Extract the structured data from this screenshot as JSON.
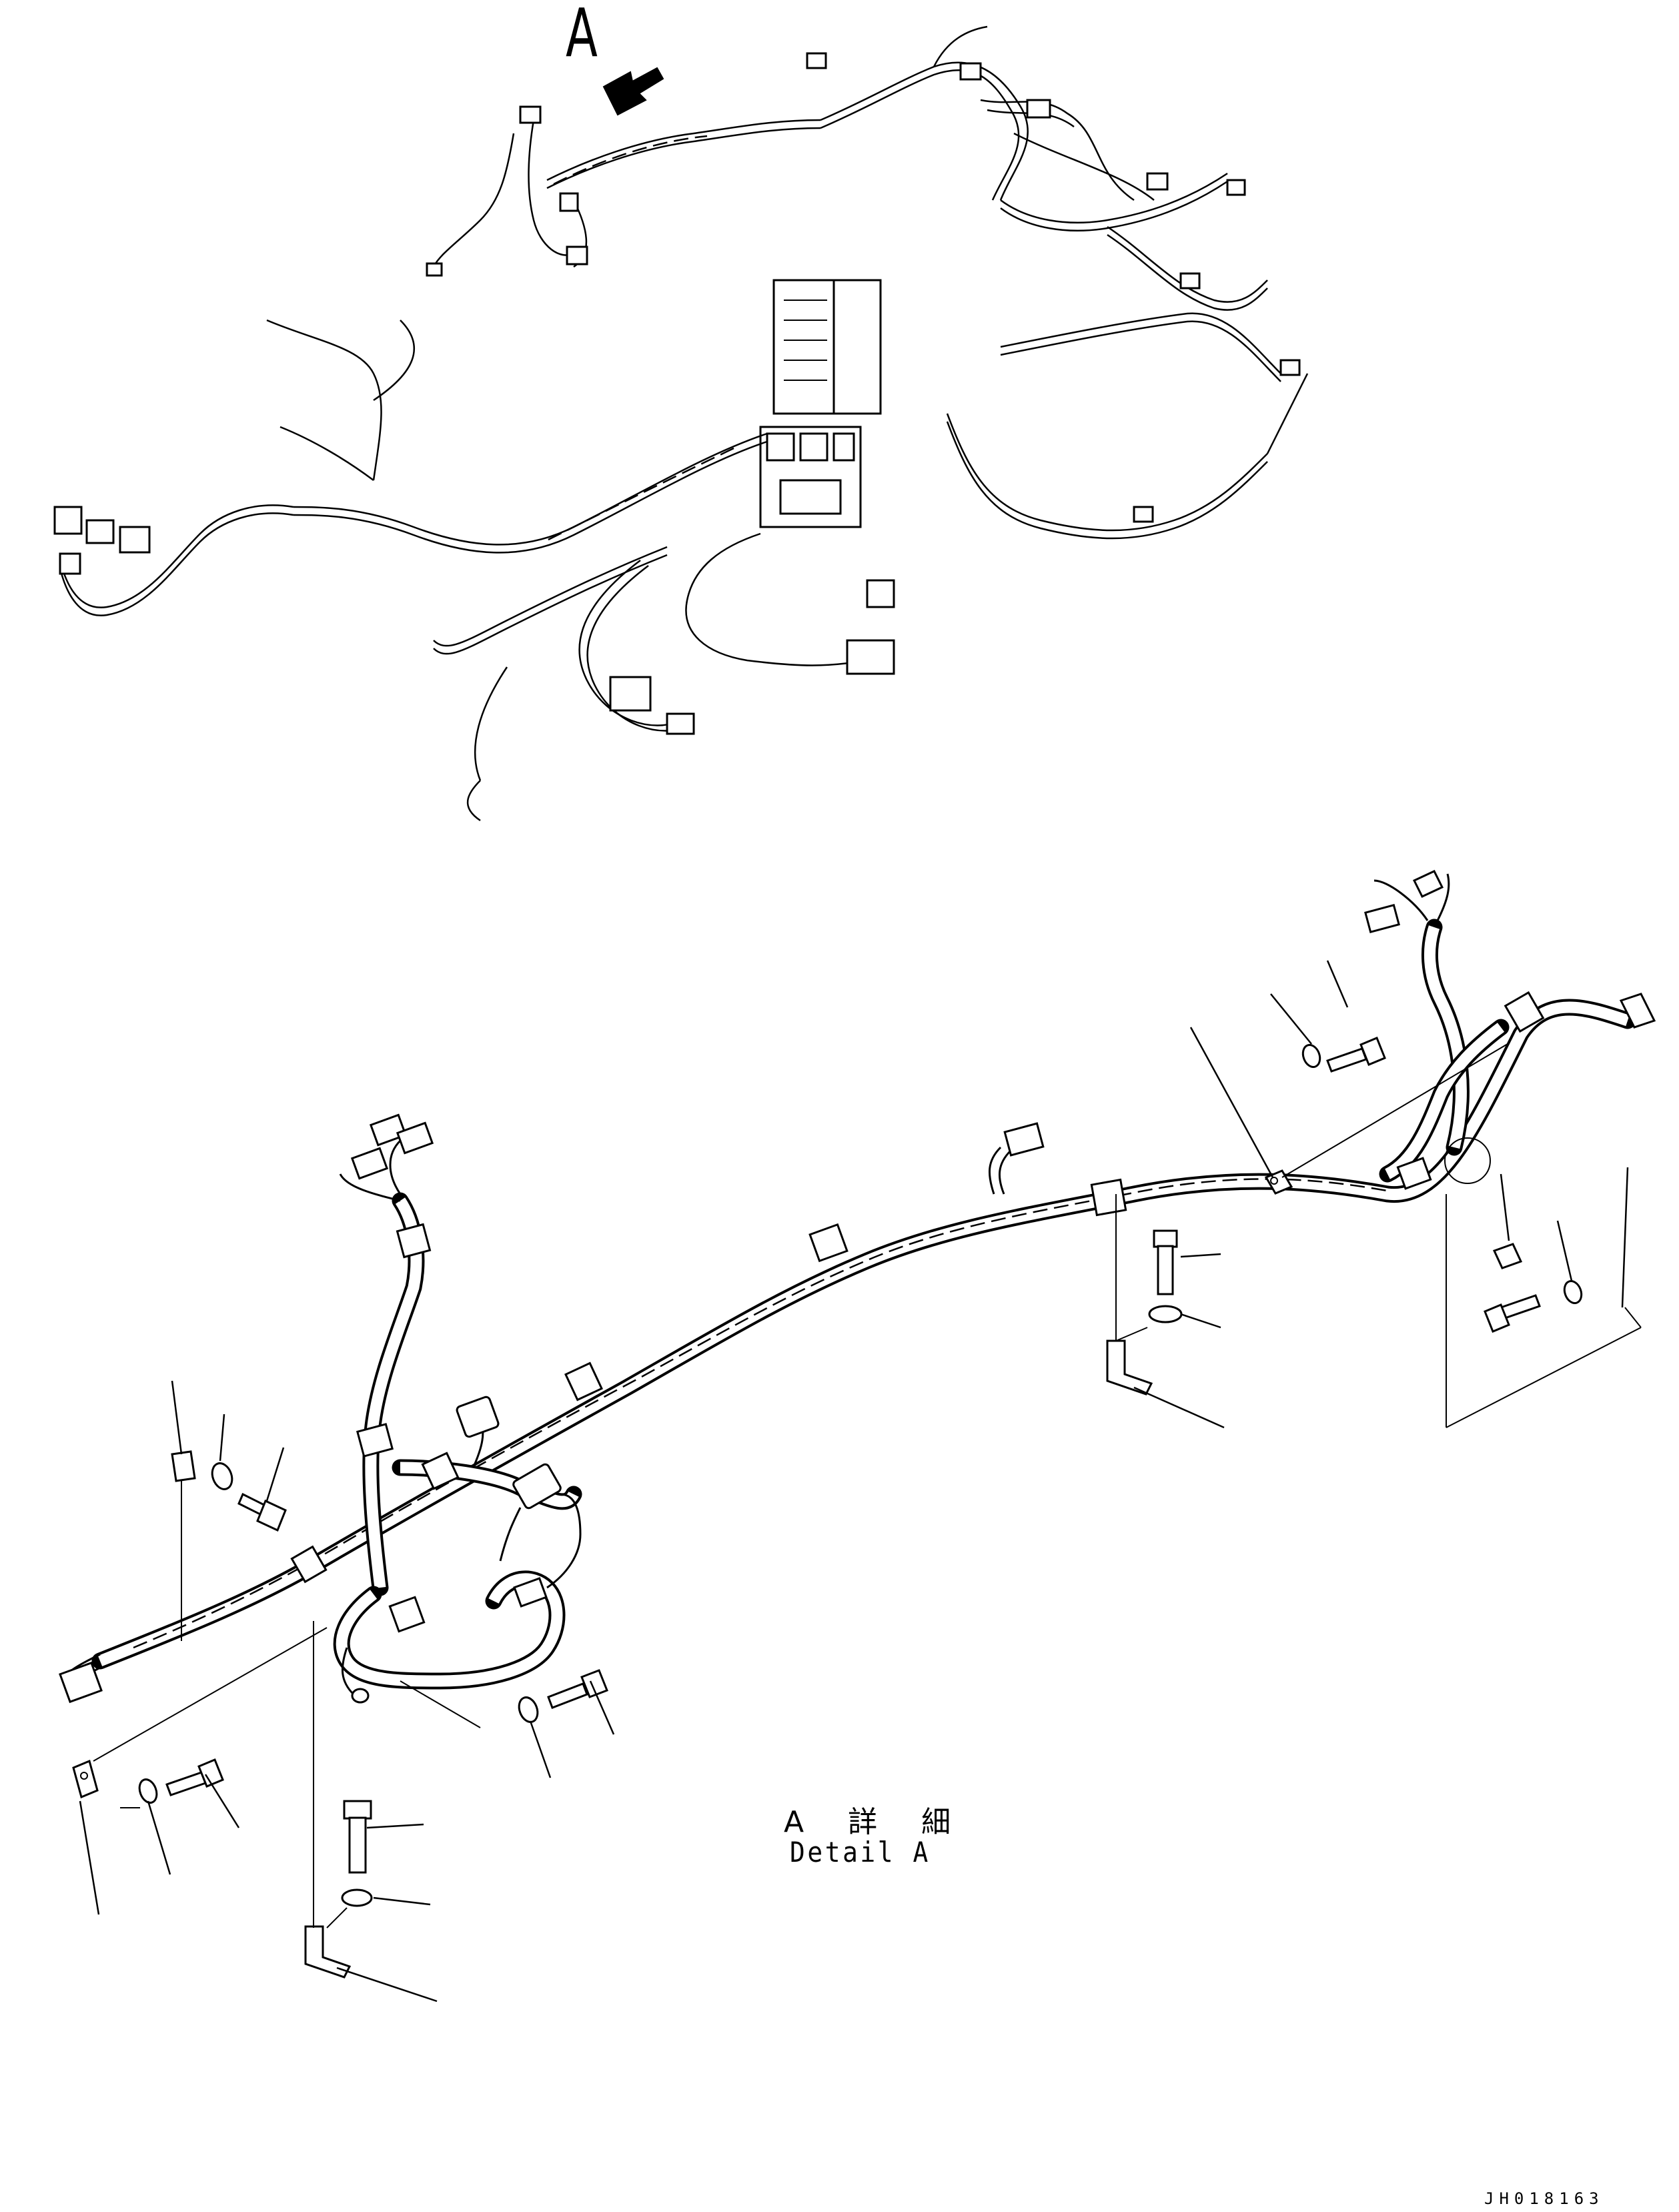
{
  "view_marker": {
    "letter": "A"
  },
  "caption": {
    "japanese": "A 詳 細",
    "english": "Detail A"
  },
  "drawing_number": "JH018163",
  "leader_callouts": {
    "count": 22,
    "labels_shown": false
  }
}
